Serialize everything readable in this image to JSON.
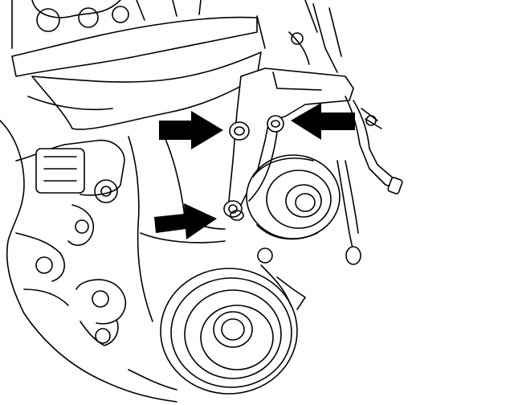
{
  "diagram": {
    "style": "technical line drawing",
    "subject_icon": "engine-block-icon",
    "callouts": [
      {
        "icon": "arrow-right-icon",
        "points_to": "upper-left-bolt"
      },
      {
        "icon": "arrow-left-icon",
        "points_to": "upper-right-bolt"
      },
      {
        "icon": "arrow-right-icon",
        "points_to": "lower-bolt"
      }
    ],
    "colors": {
      "line": "#000000",
      "background": "#ffffff",
      "arrow": "#000000"
    }
  }
}
